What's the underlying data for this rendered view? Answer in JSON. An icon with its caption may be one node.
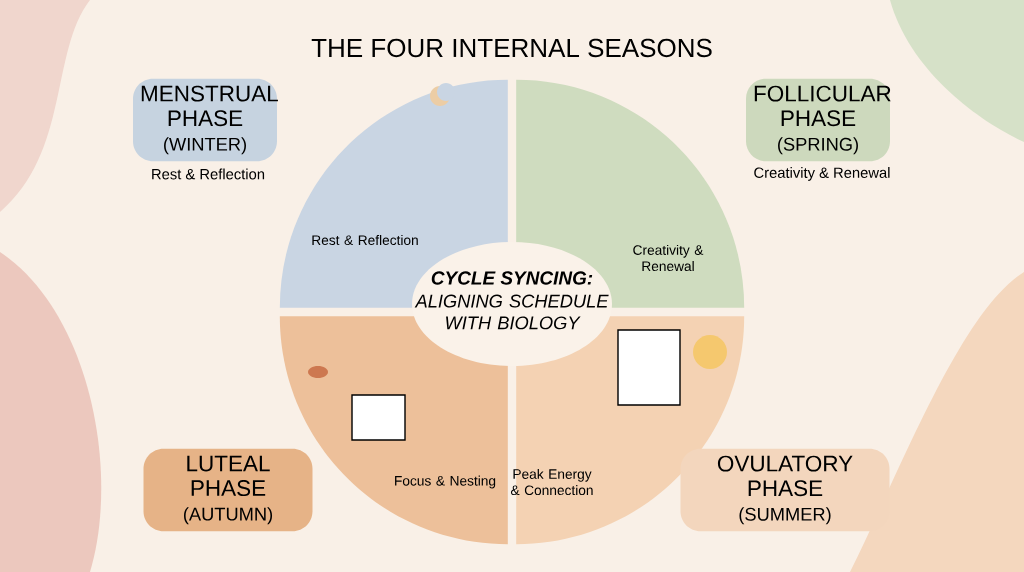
{
  "diagram": {
    "title": "THE FOUR INTERNAL SEASONS",
    "nodes": [
      {
        "text": [
          "Rest & Reflection"
        ]
      },
      {
        "text": [
          "Creativity & Renewal"
        ]
      },
      {
        "text": [
          "Focus & Nesting"
        ]
      },
      {
        "text": [
          "Peak Energy & Connection"
        ]
      },
      {
        "text": [
          "MENSTRUAL PHASE",
          "(WINTER)"
        ],
        "beside": [
          "Rest & Reflection"
        ]
      },
      {
        "text": [
          "FOLLICULAR PHASE",
          "(SPRING)"
        ],
        "beside": [
          "Creativity & Renewal"
        ]
      },
      {
        "text": [
          "LUTEAL PHASE",
          "(AUTUMN)"
        ]
      },
      {
        "text": [
          "OVULATORY PHASE",
          "(SUMMER)"
        ]
      }
    ],
    "edges": [],
    "labels": [
      "CYCLE SYNCING:",
      "ALIGNING SCHEDULE WITH BIOLOGY"
    ]
  }
}
